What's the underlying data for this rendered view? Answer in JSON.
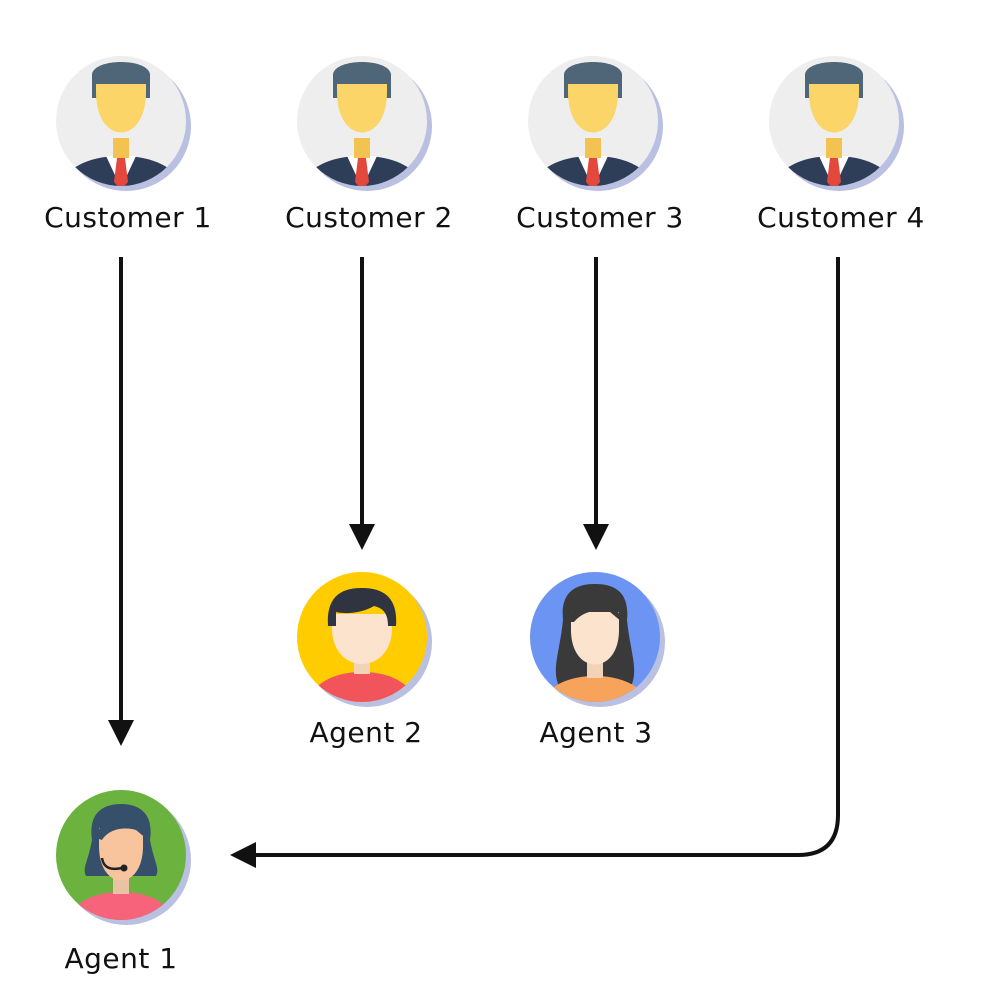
{
  "colors": {
    "customer_bg": "#EEEEEE",
    "customer_ring": "#B9C0E2",
    "skin": "#FBD567",
    "hair": "#4F6578",
    "suit": "#2F3E58",
    "shirt": "#FFFFFF",
    "tie": "#E4473C",
    "arrow": "#111111",
    "agent1_bg": "#6BB23E",
    "agent2_bg": "#FFCC00",
    "agent3_bg": "#6C94F2",
    "agent_skin": "#FBE3CE"
  },
  "customers": [
    {
      "label": "Customer 1",
      "icon": "businessman-avatar-icon"
    },
    {
      "label": "Customer 2",
      "icon": "businessman-avatar-icon"
    },
    {
      "label": "Customer 3",
      "icon": "businessman-avatar-icon"
    },
    {
      "label": "Customer 4",
      "icon": "businessman-avatar-icon"
    }
  ],
  "agents": [
    {
      "label": "Agent 1",
      "icon": "headset-agent-avatar-icon"
    },
    {
      "label": "Agent 2",
      "icon": "male-agent-avatar-icon"
    },
    {
      "label": "Agent 3",
      "icon": "female-agent-avatar-icon"
    }
  ],
  "connections": [
    {
      "from": "Customer 1",
      "to": "Agent 1"
    },
    {
      "from": "Customer 2",
      "to": "Agent 2"
    },
    {
      "from": "Customer 3",
      "to": "Agent 3"
    },
    {
      "from": "Customer 4",
      "to": "Agent 1"
    }
  ]
}
